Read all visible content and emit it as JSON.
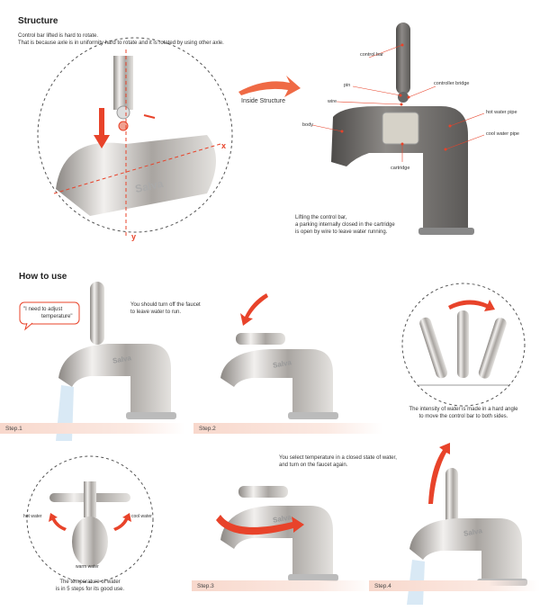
{
  "structure": {
    "title": "Structure",
    "desc_line1": "Control bar lifted is hard to rotate.",
    "desc_line2": "That is because axle is in uniformity hard to rotate and it is rotated by using other axle.",
    "axis_x": "x",
    "axis_y": "y",
    "brand": "Salva",
    "inside_label": "Inside Structure",
    "parts": {
      "control_bar": "control bar",
      "pin": "pin",
      "controller_bridge": "controller bridge",
      "wire": "wire",
      "hot_water_pipe": "hot water pipe",
      "body": "body",
      "cool_water_pipe": "cool water pipe",
      "cartridge": "cartridge"
    },
    "lifting_line1": "Lifting the control bar,",
    "lifting_line2": "a parking internally closed in the cartridge",
    "lifting_line3": "is open by wire to leave water running."
  },
  "how_to_use": {
    "title": "How to use",
    "bubble_line1": "\"I need to adjust",
    "bubble_line2": "temperature\"",
    "step1_note_line1": "You should turn off the faucet",
    "step1_note_line2": "to leave water to run.",
    "intensity_line1": "The intensity of water is made in a hard angle",
    "intensity_line2": "to move the control bar to both sides.",
    "temp_hot": "hot water",
    "temp_cool": "cool water",
    "temp_warm": "warm water",
    "temp_line1": "The temperature of water",
    "temp_line2": "is in 5 steps for its good use.",
    "step3_note_line1": "You select temperature in a closed state of water,",
    "step3_note_line2": "and turn on the faucet again.",
    "steps": [
      "Step.1",
      "Step.2",
      "Step.3",
      "Step.4"
    ],
    "brand": "Salva"
  },
  "colors": {
    "accent": "#e8432a",
    "strip": "#f8d8cc",
    "metal": "#b8b4b0",
    "dark_metal": "#6a6866"
  }
}
